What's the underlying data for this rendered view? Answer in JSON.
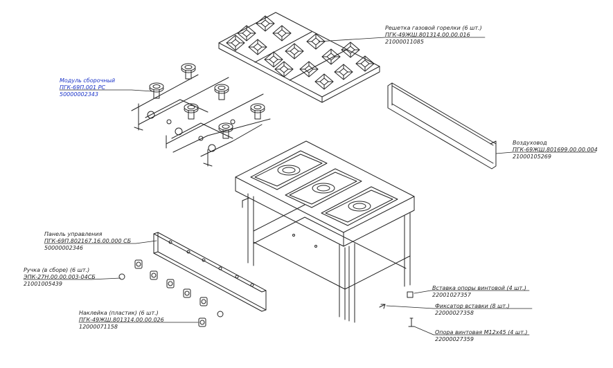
{
  "callouts": {
    "grate": {
      "title": "Решетка газовой горелки (6 шт.)",
      "code": "ПГК-49ЖШ.801314.00.00.016",
      "article": "21000011085"
    },
    "module": {
      "title": "Модуль сборочный",
      "code": "ПГК-69П.001 РС",
      "article": "50000002343"
    },
    "air_duct": {
      "title": "Воздуховод",
      "code": "ПГК-69ЖШ.801699.00.00.004",
      "article": "21000105269"
    },
    "panel": {
      "title": "Панель управления",
      "code": "ПГК-69П.802167.16.00.000 СБ",
      "article": "50000002346"
    },
    "knob": {
      "title": "Ручка (в сборе) (6 шт.)",
      "code": "ЭПК-27Н.00.00.003-04СБ",
      "article": "21001005439"
    },
    "sticker": {
      "title": "Наклейка (пластик) (6 шт.)",
      "code": "ПГК-49ЖШ.801314.00.00.026",
      "article": "12000071158"
    },
    "insert_support": {
      "title": "Вставка опоры винтовой (4 шт.)",
      "article": "22001027357"
    },
    "insert_clamp": {
      "title": "Фиксатор вставки (8 шт.)",
      "article": "22000027358"
    },
    "screw_foot": {
      "title": "Опора винтовая М12х45 (4 шт.)",
      "article": "22000027359"
    }
  },
  "colors": {
    "line": "#222222",
    "highlight": "#1a33c8",
    "background": "#ffffff"
  }
}
